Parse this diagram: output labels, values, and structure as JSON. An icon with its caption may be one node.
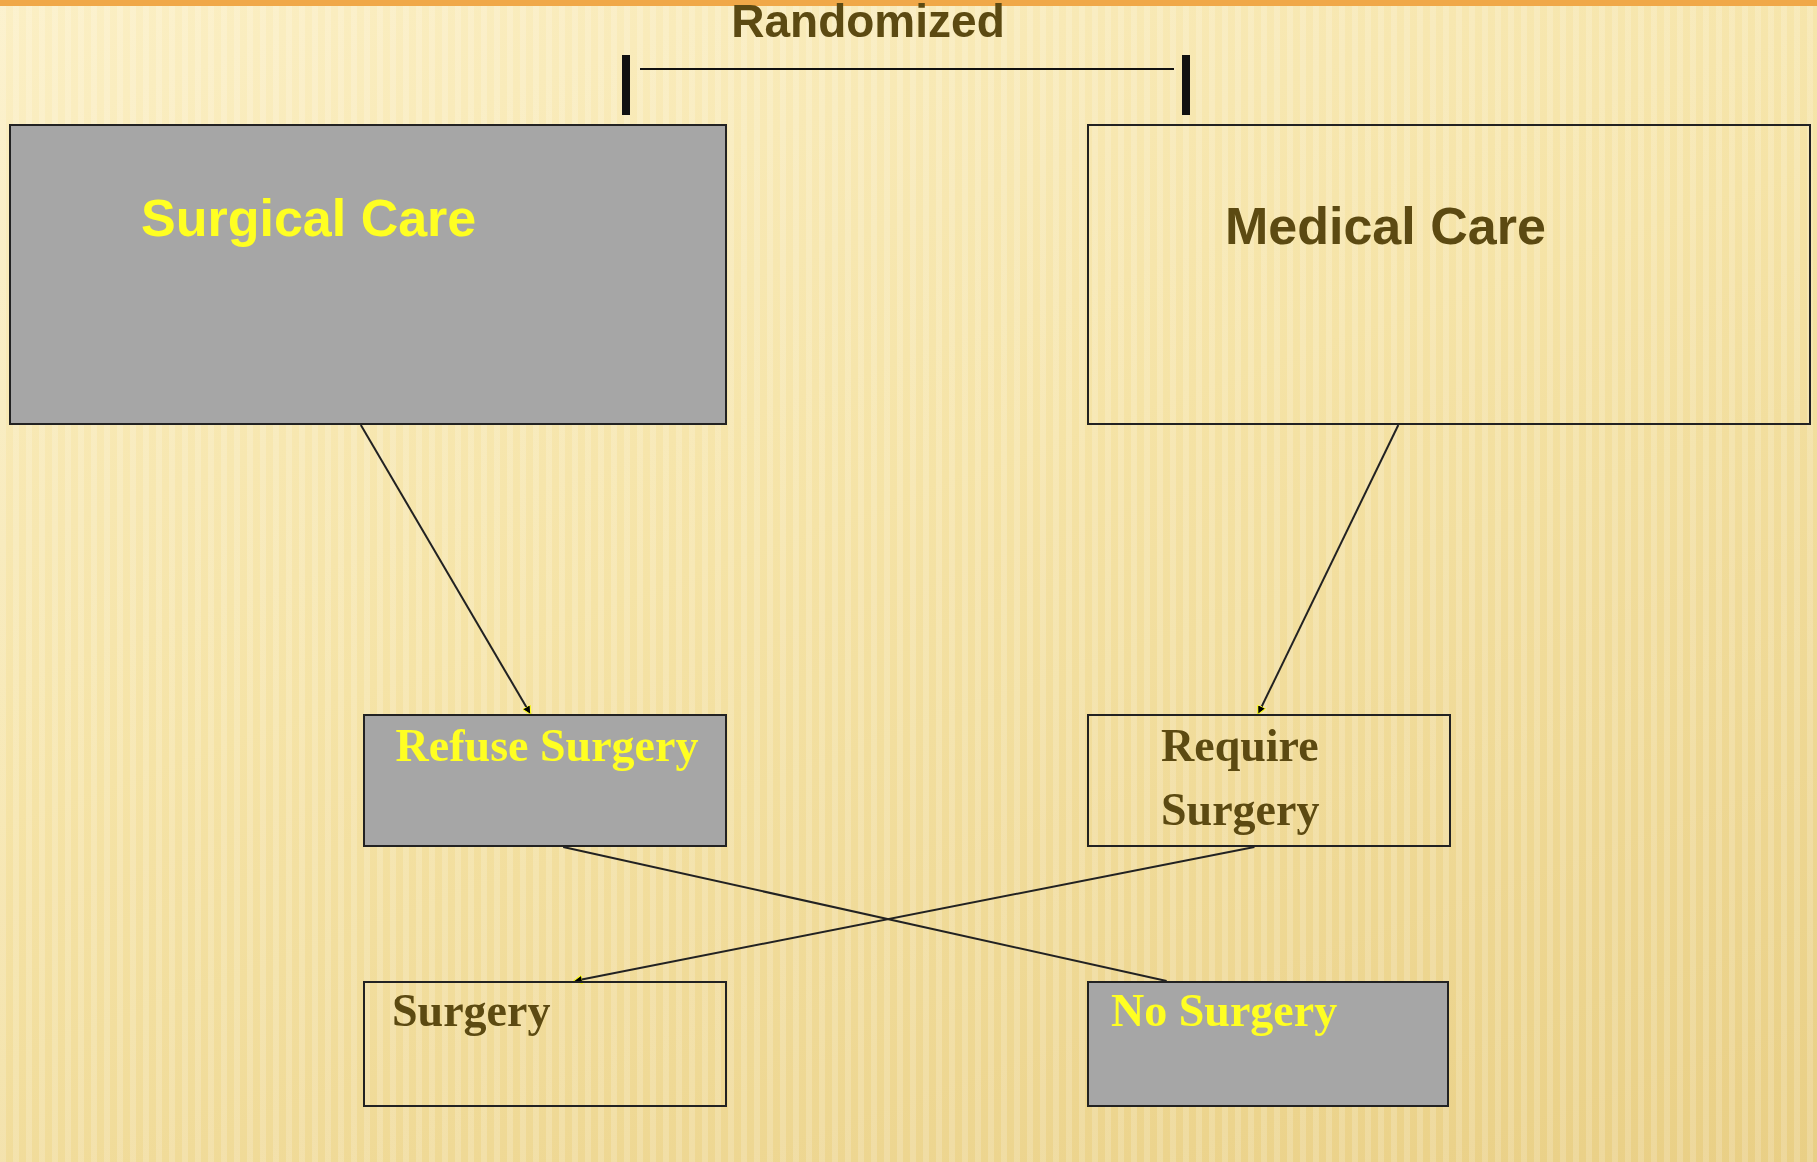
{
  "diagram": {
    "nodes": [
      {
        "text": [
          "Surgical Care"
        ]
      },
      {
        "text": [
          "Medical Care"
        ]
      },
      {
        "text": [
          "Refuse Surgery"
        ]
      },
      {
        "text": [
          "Require Surgery"
        ]
      },
      {
        "text": [
          "Surgery"
        ]
      },
      {
        "text": [
          "No Surgery"
        ]
      }
    ],
    "edges": [
      {
        "from": 0,
        "to": 2,
        "arrow": "to"
      },
      {
        "from": 1,
        "to": 3,
        "arrow": "to"
      },
      {
        "from": 3,
        "to": 4,
        "arrow": "to"
      },
      {
        "from": 2,
        "to": 5,
        "arrow": "none"
      }
    ],
    "labels": [
      "Randomized"
    ]
  }
}
